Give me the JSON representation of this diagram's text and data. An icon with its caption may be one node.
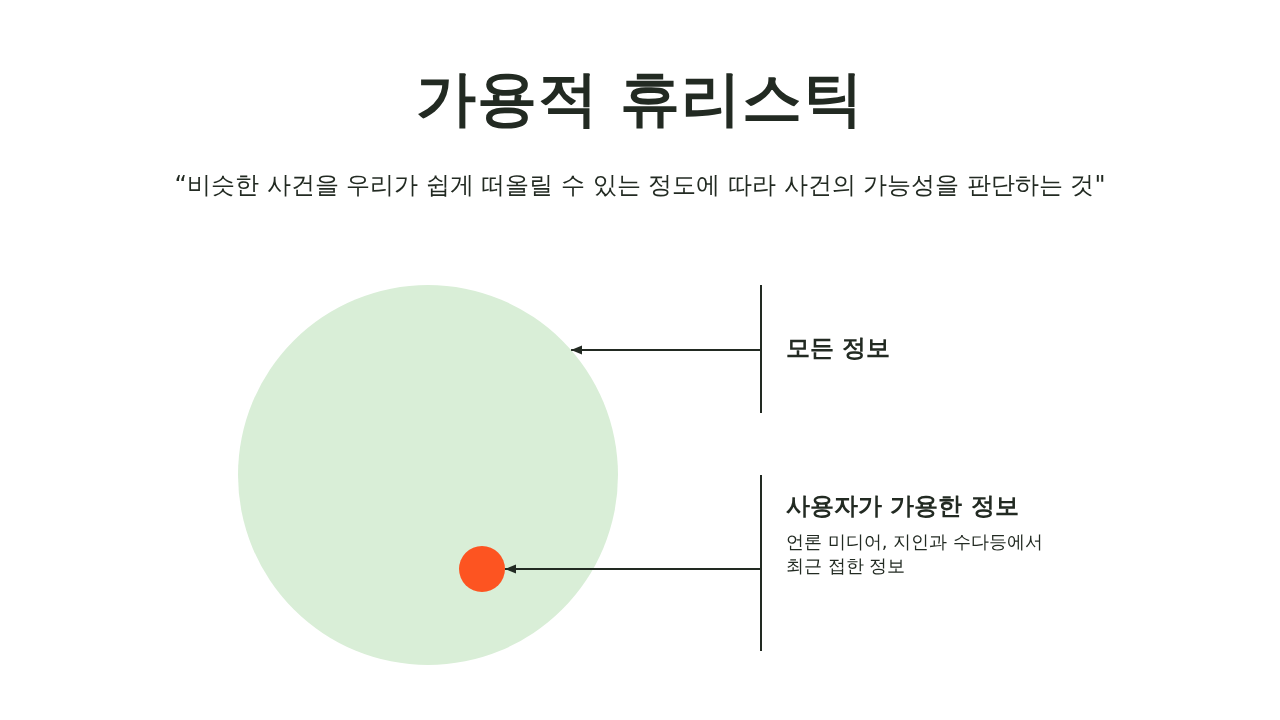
{
  "diagram": {
    "title": "가용적 휴리스틱",
    "nodes": [
      {
        "text": [],
        "shape": "circle"
      },
      {
        "text": [],
        "shape": "circle",
        "in": 0
      },
      {
        "text": [
          "모든 정보"
        ]
      },
      {
        "text": [
          "사용자가 가용한 정보",
          "언론 미디어, 지인과 수다등에서 최근 접한 정보"
        ]
      }
    ],
    "edges": [
      {
        "from": 2,
        "to": 0,
        "arrow": "to"
      },
      {
        "from": 3,
        "to": 1,
        "arrow": "to"
      }
    ],
    "labels": [
      "“비슷한 사건을 우리가 쉽게 떠올릴 수 있는 정도에 따라 사건의 가능성을 판단하는 것\""
    ]
  }
}
